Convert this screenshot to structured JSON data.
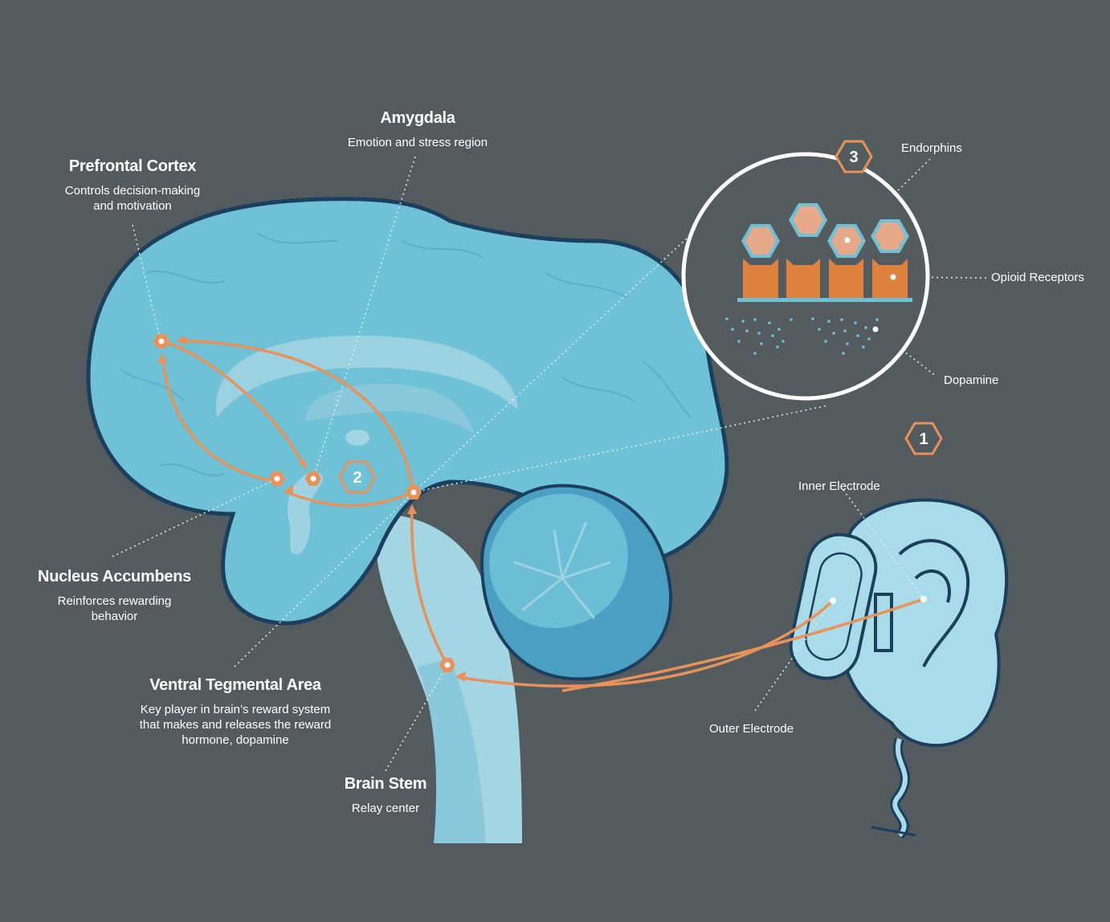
{
  "labels": {
    "prefrontal": {
      "title": "Prefrontal Cortex",
      "line1": "Controls decision-making",
      "line2": "and motivation"
    },
    "amygdala": {
      "title": "Amygdala",
      "line1": "Emotion and stress region"
    },
    "nucleus": {
      "title": "Nucleus Accumbens",
      "line1": "Reinforces rewarding",
      "line2": "behavior"
    },
    "vta": {
      "title": "Ventral Tegmental Area",
      "line1": "Key player in brain’s reward system",
      "line2": "that makes and releases the reward",
      "line3": "hormone, dopamine"
    },
    "brainstem": {
      "title": "Brain Stem",
      "line1": "Relay center"
    }
  },
  "callouts": {
    "endorphins": "Endorphins",
    "opioid": "Opioid Receptors",
    "dopamine": "Dopamine",
    "inner_electrode": "Inner Electrode",
    "outer_electrode": "Outer Electrode"
  },
  "steps": {
    "one": "1",
    "two": "2",
    "three": "3"
  },
  "colors": {
    "background": "#535b5e",
    "brain": "#6fc1d5",
    "brain_outline": "#1c3f5e",
    "pathway": "#e8925a",
    "receptor": "#e0823f",
    "endorphin": "#e6a98a",
    "ear": "#a9dbe8"
  }
}
